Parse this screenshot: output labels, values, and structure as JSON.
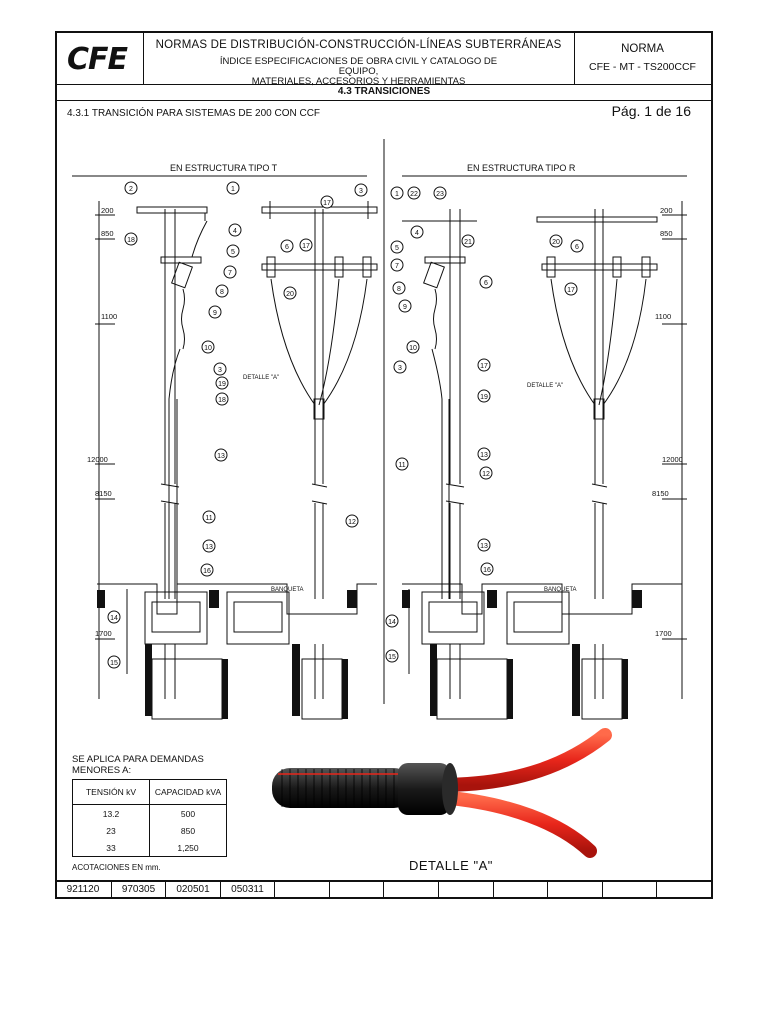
{
  "header": {
    "logo": "CFE",
    "title": "NORMAS DE DISTRIBUCIÓN-CONSTRUCCIÓN-LÍNEAS SUBTERRÁNEAS",
    "subtitle_line1": "ÍNDICE ESPECIFICACIONES DE OBRA CIVIL Y CATALOGO DE EQUIPO,",
    "subtitle_line2": "MATERIALES, ACCESORIOS Y HERRAMIENTAS",
    "norma_label": "NORMA",
    "norma_code": "CFE - MT - TS200CCF",
    "section": "4.3 TRANSICIONES"
  },
  "section_title": "4.3.1 TRANSICIÓN PARA SISTEMAS DE 200 CON CCF",
  "page": "Pág. 1 de 16",
  "diagram": {
    "left_label": "EN ESTRUCTURA TIPO T",
    "right_label": "EN ESTRUCTURA TIPO R",
    "dims_left": [
      "200",
      "850",
      "1100",
      "12000",
      "8150",
      "1700"
    ],
    "dims_right": [
      "200",
      "850",
      "1100",
      "12000",
      "8150",
      "1700"
    ],
    "detalle_ref": "DETALLE \"A\"",
    "banqueta": "BANQUETA",
    "callouts_t": [
      "2",
      "1",
      "18",
      "4",
      "5",
      "7",
      "8",
      "9",
      "10",
      "3",
      "19",
      "18",
      "13",
      "11",
      "13",
      "16",
      "14",
      "15"
    ],
    "callouts_t_front": [
      "17",
      "3",
      "6",
      "17",
      "20",
      "12"
    ],
    "callouts_r": [
      "1",
      "22",
      "23",
      "4",
      "21",
      "5",
      "7",
      "6",
      "8",
      "9",
      "10",
      "3",
      "17",
      "19",
      "13",
      "11",
      "12",
      "13",
      "16",
      "14",
      "15"
    ],
    "callouts_r_front": [
      "20",
      "6",
      "17"
    ]
  },
  "demand": {
    "title": "SE APLICA PARA DEMANDAS MENORES A:",
    "col1": "TENSIÓN kV",
    "col2": "CAPACIDAD kVA",
    "rows": [
      [
        "13.2",
        "500"
      ],
      [
        "23",
        "850"
      ],
      [
        "33",
        "1,250"
      ]
    ]
  },
  "acotaciones": "ACOTACIONES EN mm.",
  "detalle_label": "DETALLE \"A\"",
  "revisions": [
    "921120",
    "970305",
    "020501",
    "050311",
    "",
    "",
    "",
    "",
    "",
    "",
    "",
    "",
    ""
  ],
  "colors": {
    "cable_red": "#e8261b",
    "cable_black": "#1a1a1a"
  }
}
